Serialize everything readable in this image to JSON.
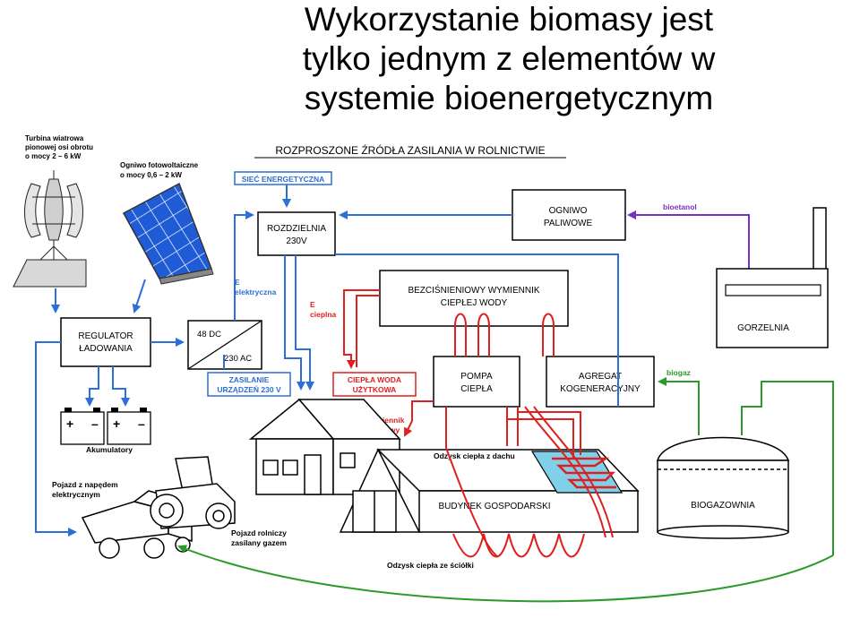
{
  "title": {
    "line1": "Wykorzystanie biomasy jest",
    "line2": "tylko jednym z elementów w",
    "line3": "systemie bioenergetycznym"
  },
  "diagram": {
    "header": "ROZPROSZONE ŹRÓDŁA ZASILANIA W ROLNICTWIE",
    "wind_turbine": {
      "line1": "Turbina wiatrowa",
      "line2": "pionowej osi obrotu",
      "line3": "o mocy 2 – 6 kW"
    },
    "pv_cell": {
      "line1": "Ogniwo fotowoltaiczne",
      "line2": "o mocy 0,6 – 2 kW"
    },
    "grid": "SIEĆ ENERGETYCZNA",
    "distribution": {
      "line1": "ROZDZIELNIA",
      "line2": "230V"
    },
    "fuel_cell": {
      "line1": "OGNIWO",
      "line2": "PALIWOWE"
    },
    "bioethanol": "bioetanol",
    "electric_energy": {
      "line1": "E",
      "line2": "elektryczna"
    },
    "heat_energy": {
      "line1": "E",
      "line2": "cieplna"
    },
    "heat_exchanger": {
      "line1": "BEZCIŚNIENIOWY WYMIENNIK",
      "line2": "CIEPŁEJ WODY"
    },
    "distillery": "GORZELNIA",
    "charge_regulator": {
      "line1": "REGULATOR",
      "line2": "ŁADOWANIA"
    },
    "inverter": {
      "line1": "48 DC",
      "line2": "230 AC"
    },
    "power_supply": {
      "line1": "ZASILANIE",
      "line2": "URZĄDZEŃ 230 V"
    },
    "hot_water": {
      "line1": "CIEPŁA WODA",
      "line2": "UŻYTKOWA"
    },
    "heat_pump": {
      "line1": "POMPA",
      "line2": "CIEPŁA"
    },
    "cogeneration": {
      "line1": "AGREGAT",
      "line2": "KOGENERACYJNY"
    },
    "biogas": "biogaz",
    "ground_exchanger": {
      "line1": "wymiennik",
      "line2": "gruntowy"
    },
    "batteries": "Akumulatory",
    "roof_heat": "Odzysk ciepła z dachu",
    "farm_building": "BUDYNEK GOSPODARSKI",
    "biogas_plant": "BIOGAZOWNIA",
    "electric_vehicle": {
      "line1": "Pojazd z napędem",
      "line2": "elektrycznym"
    },
    "gas_tractor": {
      "line1": "Pojazd rolniczy",
      "line2": "zasilany gazem"
    },
    "floor_heat": "Odzysk ciepła ze ściółki",
    "battery_plus": "+",
    "battery_minus": "–"
  },
  "colors": {
    "blue": "#2d6fd6",
    "red": "#e01f1f",
    "purple": "#7b2fbf",
    "green": "#2a9a2a",
    "box_border": "#000000",
    "solar_panel": "#1f5bd4"
  }
}
